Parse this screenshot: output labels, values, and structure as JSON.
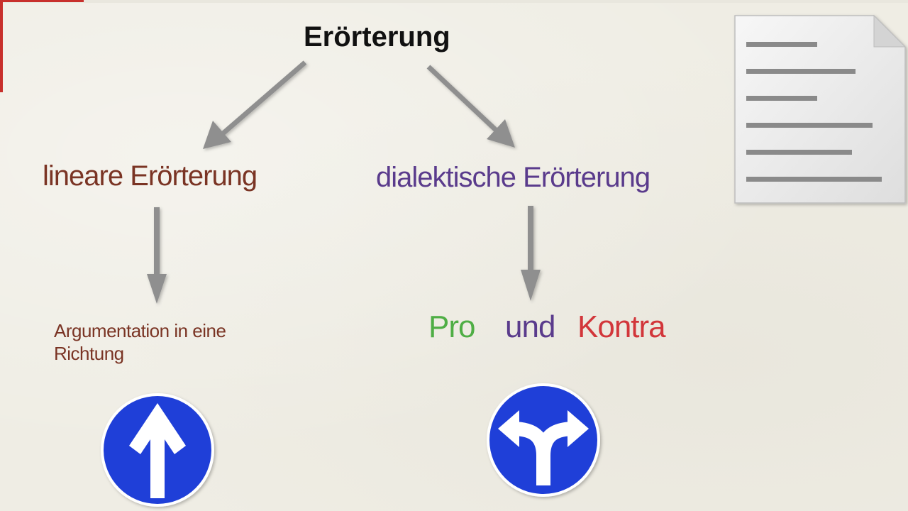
{
  "title": "Erörterung",
  "branches": {
    "linear": {
      "label": "lineare Erörterung",
      "description": "Argumentation in eine Richtung",
      "sign_icon": "straight-ahead-arrow-icon"
    },
    "dialectic": {
      "label": "dialektische Erörterung",
      "parts": [
        "Pro",
        "und",
        "Kontra"
      ],
      "sign_icon": "left-or-right-arrow-icon"
    }
  },
  "document_icon": "document-icon",
  "colors": {
    "title": "#111111",
    "linear": "#7a3424",
    "dialectic": "#5a3b8c",
    "pro": "#4fae45",
    "und": "#5a3b8c",
    "kontra": "#d2363a",
    "arrow": "#8f8f8f",
    "sign_blue": "#1f3fd8"
  }
}
